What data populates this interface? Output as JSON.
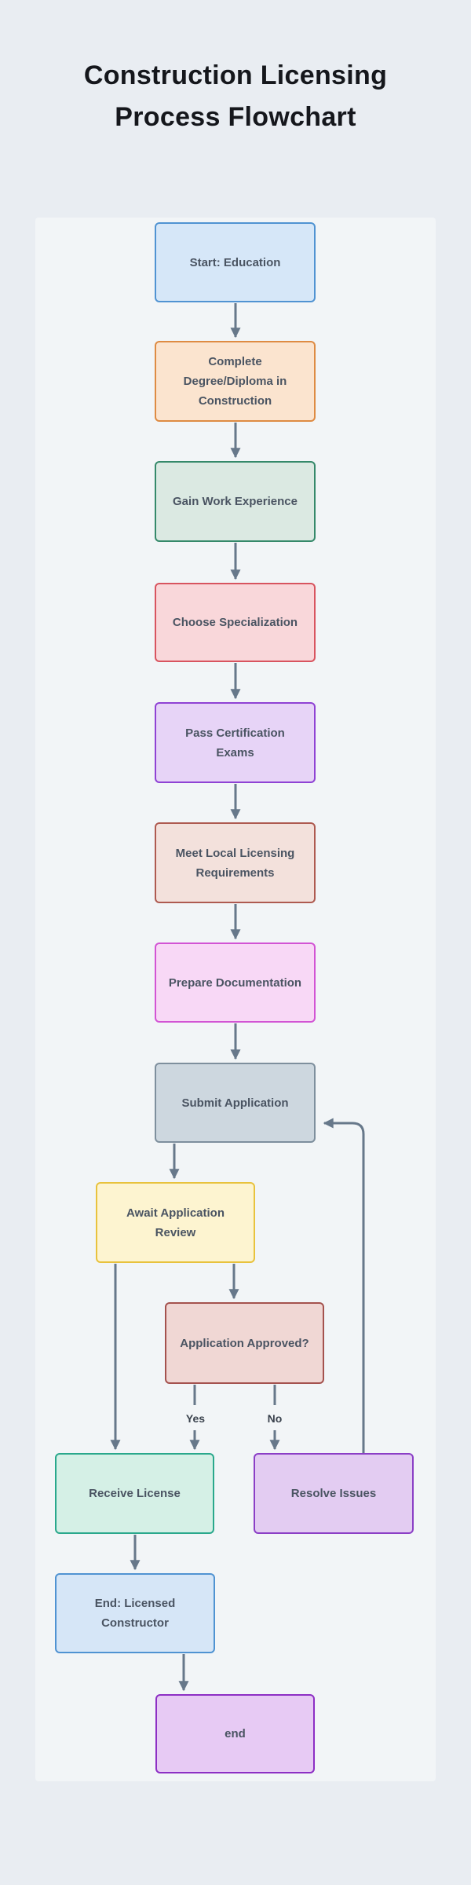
{
  "page": {
    "title": "Construction Licensing Process Flowchart"
  },
  "colors": {
    "page_bg": "#e9edf2",
    "panel_bg": "#f2f5f7",
    "edge": "#67788a",
    "title_color": "#15171c",
    "node_text": "#4a5462",
    "edge_label": "#3a424d"
  },
  "flowchart": {
    "nodes": [
      {
        "id": "start",
        "label": "Start: Education",
        "fill": "#d6e7f8",
        "border": "#5093d2"
      },
      {
        "id": "degree",
        "label": "Complete Degree/Diploma in Construction",
        "fill": "#fbe4cf",
        "border": "#de8b43"
      },
      {
        "id": "experience",
        "label": "Gain Work Experience",
        "fill": "#dbe9e2",
        "border": "#35896a"
      },
      {
        "id": "specialization",
        "label": "Choose Specialization",
        "fill": "#f9d7da",
        "border": "#d8545f"
      },
      {
        "id": "exams",
        "label": "Pass Certification Exams",
        "fill": "#e7d4f7",
        "border": "#8f42d4"
      },
      {
        "id": "requirements",
        "label": "Meet Local Licensing Requirements",
        "fill": "#f3e1dc",
        "border": "#ae5a50"
      },
      {
        "id": "documentation",
        "label": "Prepare Documentation",
        "fill": "#f8d8f6",
        "border": "#d254d4"
      },
      {
        "id": "submit",
        "label": "Submit Application",
        "fill": "#cdd7df",
        "border": "#7e8f9d"
      },
      {
        "id": "review",
        "label": "Await Application Review",
        "fill": "#fdf4d0",
        "border": "#e8c23d"
      },
      {
        "id": "approved",
        "label": "Application Approved?",
        "fill": "#f0d7d4",
        "border": "#a4524e"
      },
      {
        "id": "receive",
        "label": "Receive License",
        "fill": "#d5f0e6",
        "border": "#2aa88c"
      },
      {
        "id": "resolve",
        "label": "Resolve Issues",
        "fill": "#e3ccf2",
        "border": "#8b3fc6"
      },
      {
        "id": "end_licensed",
        "label": "End: Licensed Constructor",
        "fill": "#d6e6f7",
        "border": "#5093d2"
      },
      {
        "id": "end",
        "label": "end",
        "fill": "#e7caf4",
        "border": "#8d2fc4"
      }
    ],
    "edge_labels": {
      "yes": "Yes",
      "no": "No"
    },
    "edges": [
      {
        "from": "Start: Education",
        "to": "Complete Degree/Diploma in Construction"
      },
      {
        "from": "Complete Degree/Diploma in Construction",
        "to": "Gain Work Experience"
      },
      {
        "from": "Gain Work Experience",
        "to": "Choose Specialization"
      },
      {
        "from": "Choose Specialization",
        "to": "Pass Certification Exams"
      },
      {
        "from": "Pass Certification Exams",
        "to": "Meet Local Licensing Requirements"
      },
      {
        "from": "Meet Local Licensing Requirements",
        "to": "Prepare Documentation"
      },
      {
        "from": "Prepare Documentation",
        "to": "Submit Application"
      },
      {
        "from": "Submit Application",
        "to": "Await Application Review"
      },
      {
        "from": "Await Application Review",
        "to": "Application Approved?"
      },
      {
        "from": "Await Application Review",
        "to": "Receive License"
      },
      {
        "from": "Application Approved?",
        "to": "Receive License",
        "label": "Yes"
      },
      {
        "from": "Application Approved?",
        "to": "Resolve Issues",
        "label": "No"
      },
      {
        "from": "Resolve Issues",
        "to": "Submit Application"
      },
      {
        "from": "Receive License",
        "to": "End: Licensed Constructor"
      },
      {
        "from": "End: Licensed Constructor",
        "to": "end"
      }
    ]
  }
}
